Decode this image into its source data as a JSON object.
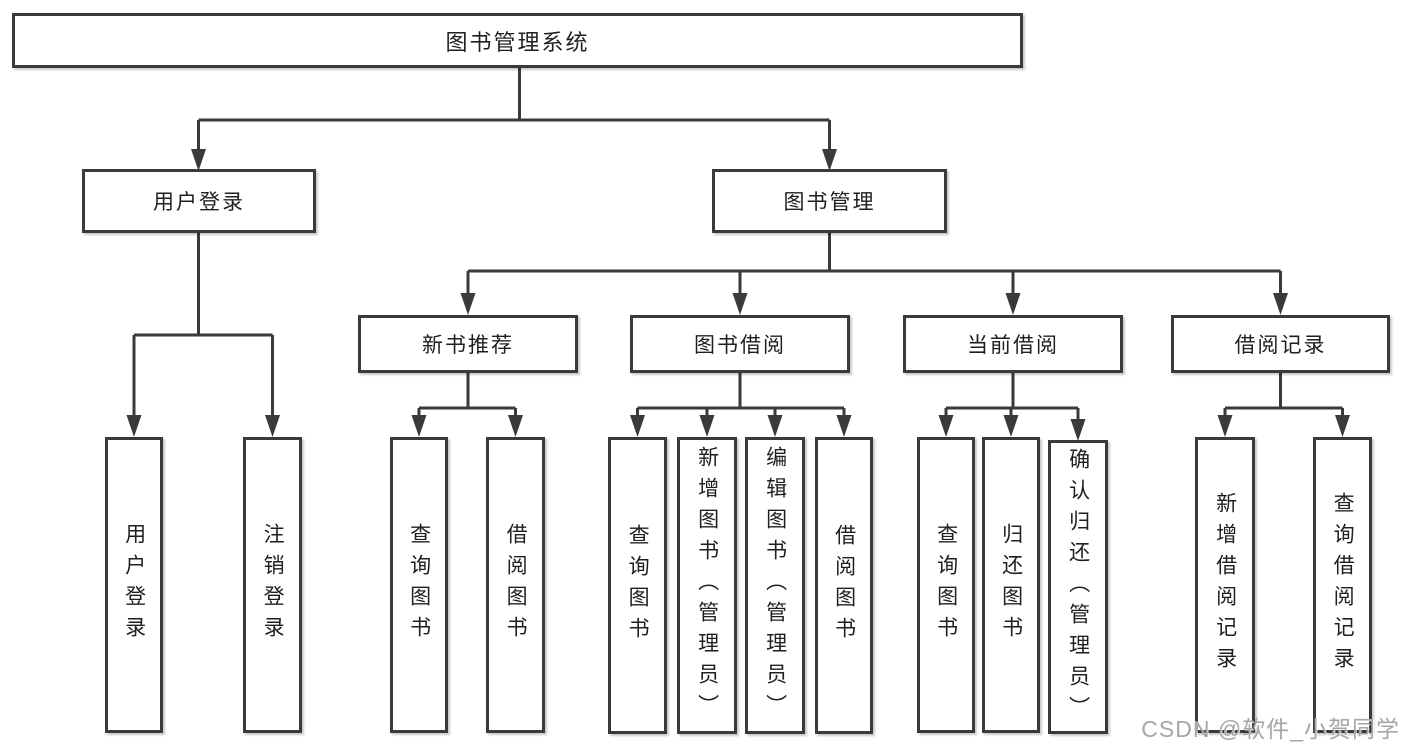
{
  "colors": {
    "line": "#3a3a3a",
    "box-border": "#3a3a3a",
    "text": "#1f1f1f",
    "background": "#ffffff",
    "watermark-color": "#a6a6a6"
  },
  "diagram": {
    "root": {
      "label": "图书管理系统"
    },
    "level2": [
      {
        "label": "用户登录"
      },
      {
        "label": "图书管理"
      }
    ],
    "level3": [
      {
        "label": "新书推荐",
        "parent": "图书管理"
      },
      {
        "label": "图书借阅",
        "parent": "图书管理"
      },
      {
        "label": "当前借阅",
        "parent": "图书管理"
      },
      {
        "label": "借阅记录",
        "parent": "图书管理"
      }
    ],
    "leaves": [
      {
        "label": "用户登录",
        "parent": "用户登录"
      },
      {
        "label": "注销登录",
        "parent": "用户登录"
      },
      {
        "label": "查询图书",
        "parent": "新书推荐"
      },
      {
        "label": "借阅图书",
        "parent": "新书推荐"
      },
      {
        "label": "查询图书",
        "parent": "图书借阅"
      },
      {
        "label": "新增图书（管理员）",
        "parent": "图书借阅"
      },
      {
        "label": "编辑图书（管理员）",
        "parent": "图书借阅"
      },
      {
        "label": "借阅图书",
        "parent": "图书借阅"
      },
      {
        "label": "查询图书",
        "parent": "当前借阅"
      },
      {
        "label": "归还图书",
        "parent": "当前借阅"
      },
      {
        "label": "确认归还（管理员）",
        "parent": "当前借阅"
      },
      {
        "label": "新增借阅记录",
        "parent": "借阅记录"
      },
      {
        "label": "查询借阅记录",
        "parent": "借阅记录"
      }
    ]
  },
  "watermark": {
    "text": "CSDN @软件_小贺同学"
  }
}
